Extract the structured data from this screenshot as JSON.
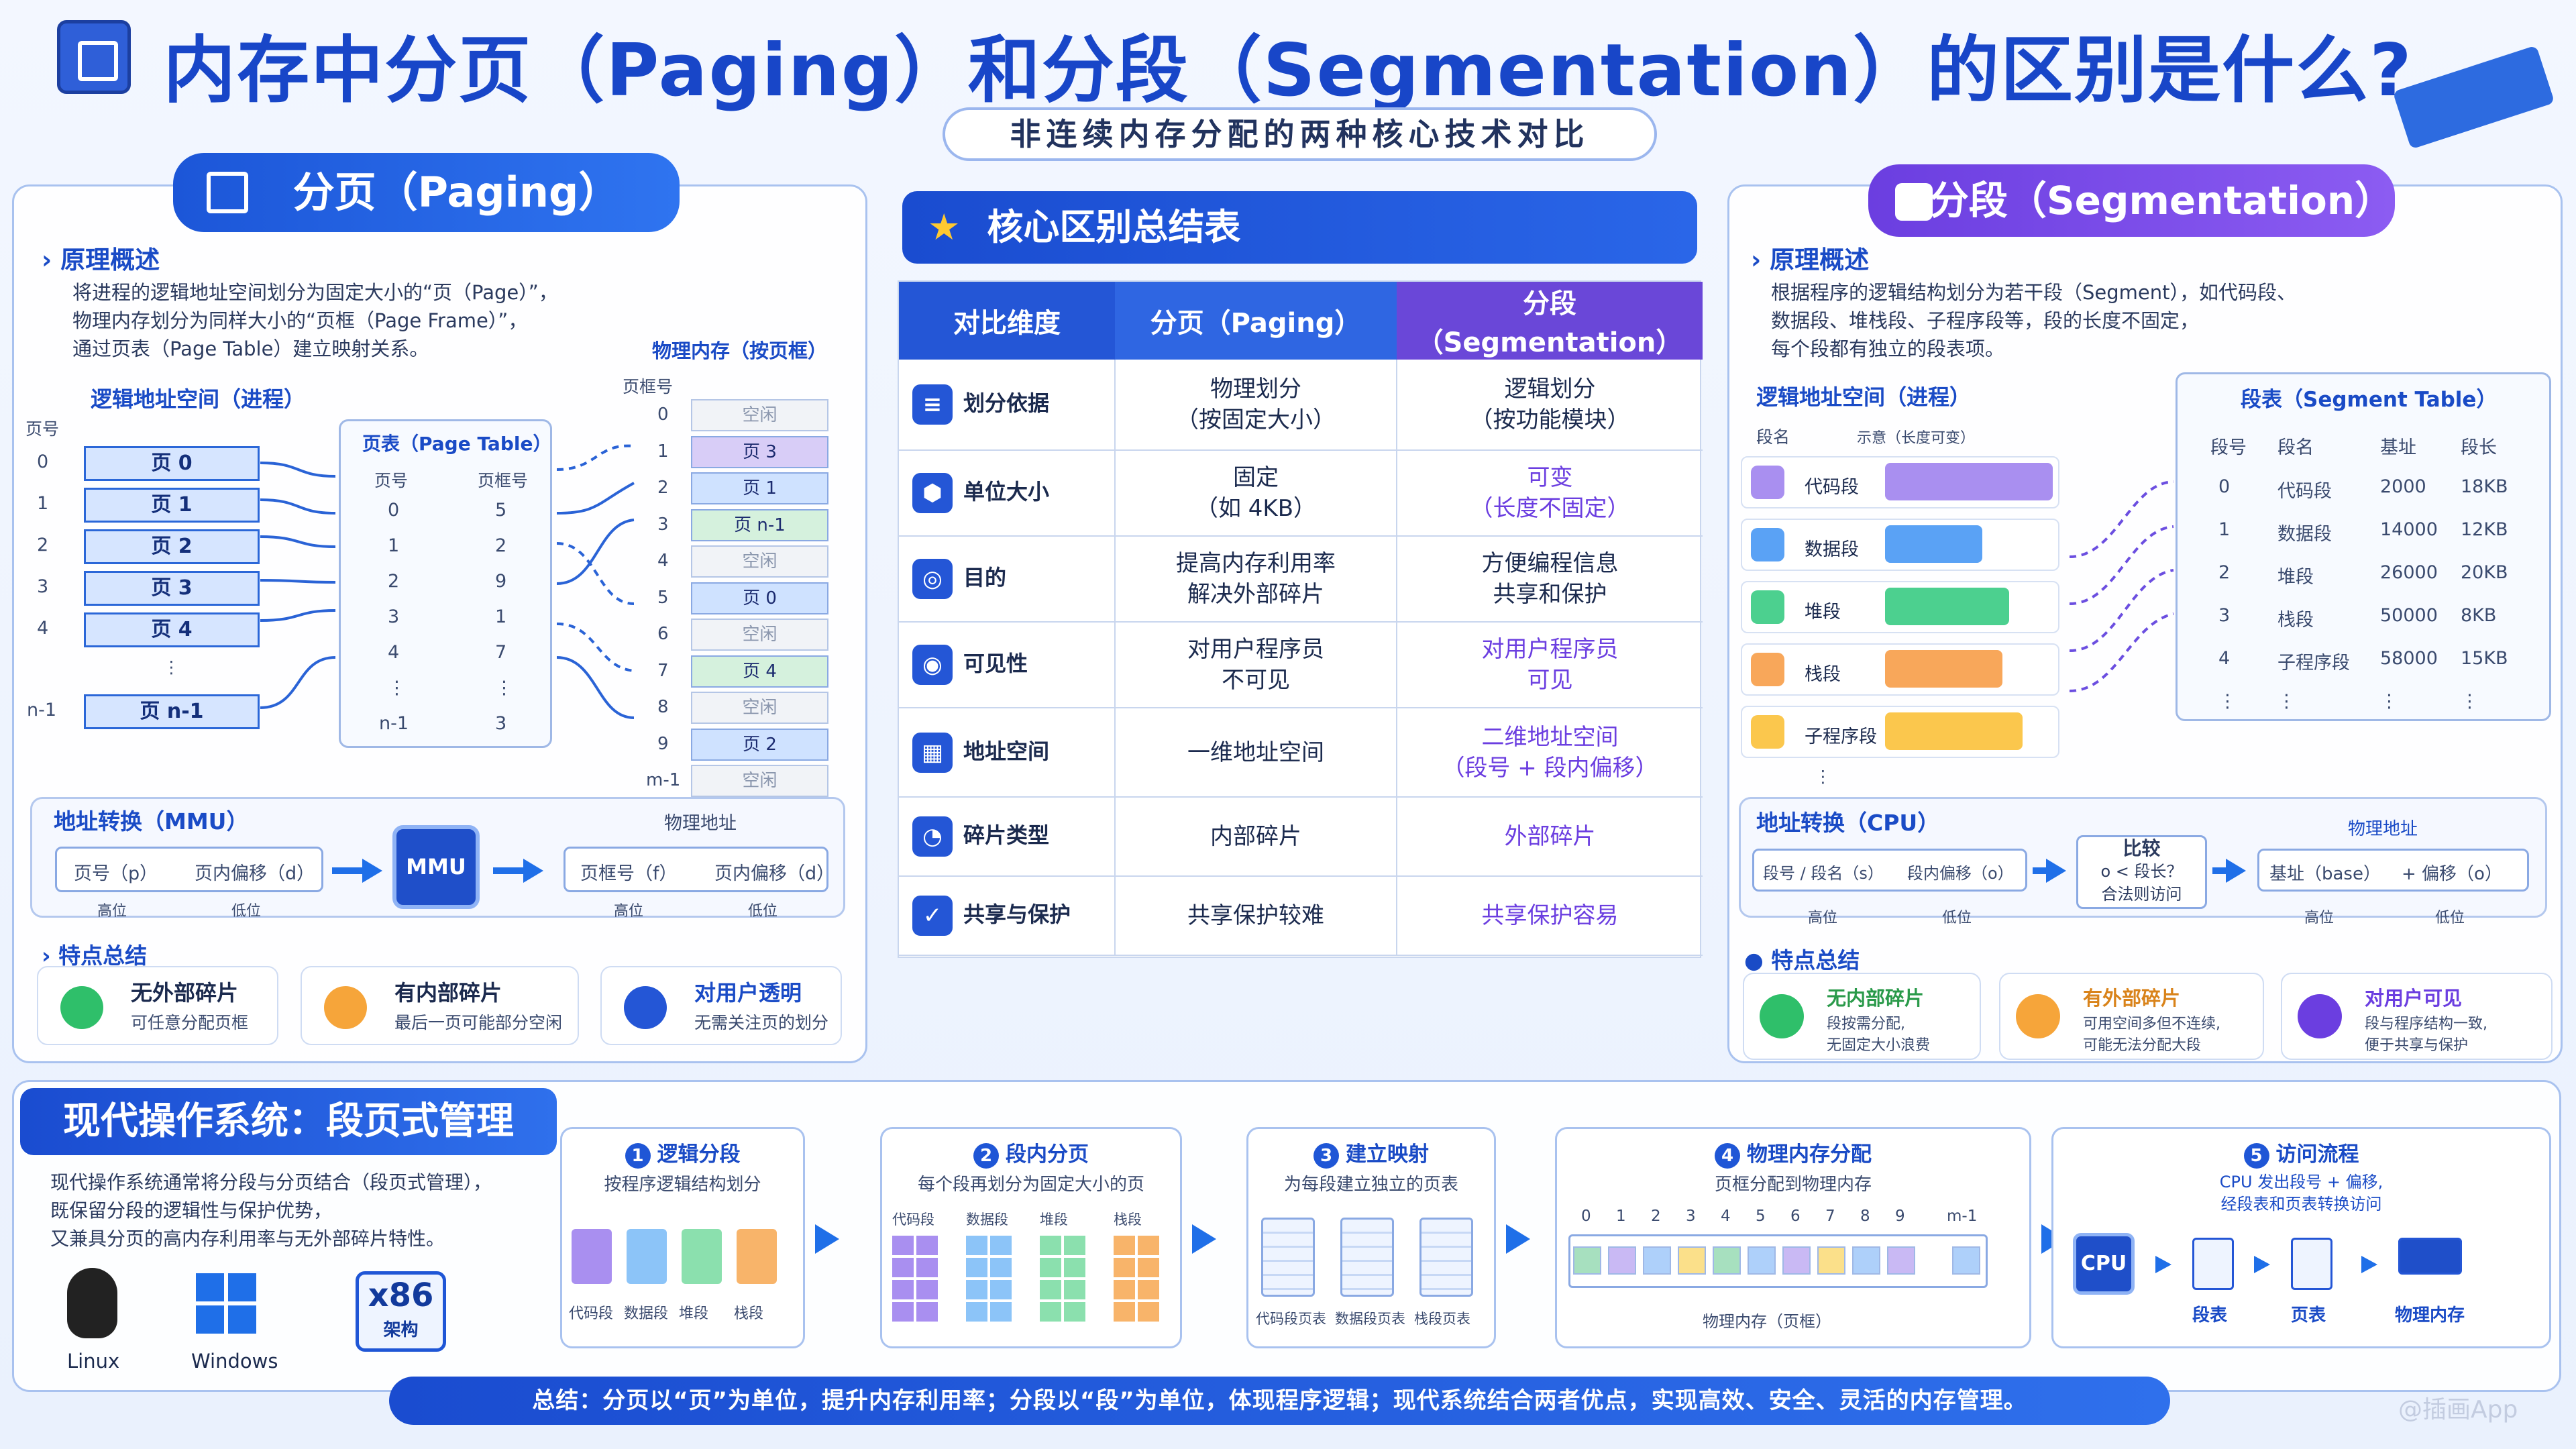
{
  "title": "内存中分页（Paging）和分段（Segmentation）的区别是什么?",
  "subtitle": "非连续内存分配的两种核心技术对比",
  "paging": {
    "header": "分页（Paging）",
    "overview_title": "原理概述",
    "overview": [
      "将进程的逻辑地址空间划分为固定大小的“页（Page）”，",
      "物理内存划分为同样大小的“页框（Page Frame）”，",
      "通过页表（Page Table）建立映射关系。"
    ],
    "logical_label": "逻辑地址空间（进程）",
    "page_num_label": "页号",
    "pages": [
      {
        "n": "0",
        "label": "页 0"
      },
      {
        "n": "1",
        "label": "页 1"
      },
      {
        "n": "2",
        "label": "页 2"
      },
      {
        "n": "3",
        "label": "页 3"
      },
      {
        "n": "4",
        "label": "页 4"
      },
      {
        "n": "n-1",
        "label": "页 n-1"
      }
    ],
    "ellipsis": "⋮",
    "pt_title": "页表（Page Table）",
    "pt_headers": [
      "页号",
      "页框号"
    ],
    "pt_rows": [
      [
        "0",
        "5"
      ],
      [
        "1",
        "2"
      ],
      [
        "2",
        "9"
      ],
      [
        "3",
        "1"
      ],
      [
        "4",
        "7"
      ],
      [
        "⋮",
        "⋮"
      ],
      [
        "n-1",
        "3"
      ]
    ],
    "phys_label": "物理内存（按页框）",
    "frame_num_label": "页框号",
    "frames": [
      {
        "n": "0",
        "t": "空闲"
      },
      {
        "n": "1",
        "t": "页 3"
      },
      {
        "n": "2",
        "t": "页 1"
      },
      {
        "n": "3",
        "t": "页 n-1"
      },
      {
        "n": "4",
        "t": "空闲"
      },
      {
        "n": "5",
        "t": "页 0"
      },
      {
        "n": "6",
        "t": "空闲"
      },
      {
        "n": "7",
        "t": "页 4"
      },
      {
        "n": "8",
        "t": "空闲"
      },
      {
        "n": "9",
        "t": "页 2"
      },
      {
        "n": "m-1",
        "t": "空闲"
      }
    ],
    "mmu_title": "地址转换（MMU）",
    "mmu_chip": "MMU",
    "phys_addr_label": "物理地址",
    "logical_addr": [
      "页号（p）",
      "页内偏移（d）"
    ],
    "phys_addr": [
      "页框号（f）",
      "页内偏移（d）"
    ],
    "hi": "高位",
    "lo": "低位",
    "features_title": "特点总结",
    "features": [
      {
        "t": "无外部碎片",
        "d": "可任意分配页框"
      },
      {
        "t": "有内部碎片",
        "d": "最后一页可能部分空闲"
      },
      {
        "t": "对用户透明",
        "d": "无需关注页的划分"
      }
    ]
  },
  "compare": {
    "title": "核心区别总结表",
    "headers": [
      "对比维度",
      "分页（Paging）",
      "分段（Segmentation）"
    ],
    "rows": [
      {
        "dim": "划分依据",
        "p": "物理划分\n（按固定大小）",
        "s": "逻辑划分\n（按功能模块）"
      },
      {
        "dim": "单位大小",
        "p": "固定\n（如 4KB）",
        "s": "可变\n（长度不固定）"
      },
      {
        "dim": "目的",
        "p": "提高内存利用率\n解决外部碎片",
        "s": "方便编程信息\n共享和保护"
      },
      {
        "dim": "可见性",
        "p": "对用户程序员\n不可见",
        "s": "对用户程序员\n可见"
      },
      {
        "dim": "地址空间",
        "p": "一维地址空间",
        "s": "二维地址空间\n（段号 + 段内偏移）"
      },
      {
        "dim": "碎片类型",
        "p": "内部碎片",
        "s": "外部碎片"
      },
      {
        "dim": "共享与保护",
        "p": "共享保护较难",
        "s": "共享保护容易"
      }
    ]
  },
  "seg": {
    "header": "分段（Segmentation）",
    "overview_title": "原理概述",
    "overview": [
      "根据程序的逻辑结构划分为若干段（Segment），如代码段、",
      "数据段、堆栈段、子程序段等，段的长度不固定，",
      "每个段都有独立的段表项。"
    ],
    "logical_label": "逻辑地址空间（进程）",
    "seg_name_label": "段名",
    "len_label": "示意（长度可变）",
    "segments": [
      {
        "n": "代码段",
        "color": "#a98ff0"
      },
      {
        "n": "数据段",
        "color": "#5aa2f5"
      },
      {
        "n": "堆段",
        "color": "#4cd08f"
      },
      {
        "n": "栈段",
        "color": "#f8a75a"
      },
      {
        "n": "子程序段",
        "color": "#fbc74d"
      }
    ],
    "st_title": "段表（Segment Table）",
    "st_headers": [
      "段号",
      "段名",
      "基址",
      "段长"
    ],
    "st_rows": [
      [
        "0",
        "代码段",
        "2000",
        "18KB"
      ],
      [
        "1",
        "数据段",
        "14000",
        "12KB"
      ],
      [
        "2",
        "堆段",
        "26000",
        "20KB"
      ],
      [
        "3",
        "栈段",
        "50000",
        "8KB"
      ],
      [
        "4",
        "子程序段",
        "58000",
        "15KB"
      ],
      [
        "⋮",
        "⋮",
        "⋮",
        "⋮"
      ]
    ],
    "cpu_title": "地址转换（CPU）",
    "logical_addr": [
      "段号 / 段名（s）",
      "段内偏移（o）"
    ],
    "compare_box": [
      "比较",
      "o < 段长？",
      "合法则访问"
    ],
    "phys_addr_label": "物理地址",
    "phys_addr": [
      "基址（base）",
      "+ 偏移（o）"
    ],
    "hi": "高位",
    "lo": "低位",
    "features_title": "特点总结",
    "features": [
      {
        "t": "无内部碎片",
        "d1": "段按需分配,",
        "d2": "无固定大小浪费"
      },
      {
        "t": "有外部碎片",
        "d1": "可用空间多但不连续,",
        "d2": "可能无法分配大段"
      },
      {
        "t": "对用户可见",
        "d1": "段与程序结构一致,",
        "d2": "便于共享与保护"
      }
    ]
  },
  "modern": {
    "title": "现代操作系统：段页式管理",
    "desc": [
      "现代操作系统通常将分段与分页结合（段页式管理），",
      "既保留分段的逻辑性与保护优势，",
      "又兼具分页的高内存利用率与无外部碎片特性。"
    ],
    "os": [
      "Linux",
      "Windows"
    ],
    "x86": [
      "x86",
      "架构"
    ],
    "steps": [
      {
        "n": "1",
        "t": "逻辑分段",
        "d": "按程序逻辑结构划分",
        "labels": [
          "代码段",
          "数据段",
          "堆段",
          "栈段"
        ]
      },
      {
        "n": "2",
        "t": "段内分页",
        "d": "每个段再划分为固定大小的页",
        "labels": [
          "代码段",
          "数据段",
          "堆段",
          "栈段"
        ]
      },
      {
        "n": "3",
        "t": "建立映射",
        "d": "为每段建立独立的页表",
        "labels": [
          "代码段页表",
          "数据段页表",
          "栈段页表"
        ]
      },
      {
        "n": "4",
        "t": "物理内存分配",
        "d": "页框分配到物理内存",
        "frames": [
          "0",
          "1",
          "2",
          "3",
          "4",
          "5",
          "6",
          "7",
          "8",
          "9",
          "m-1"
        ],
        "foot": "物理内存（页框）"
      },
      {
        "n": "5",
        "t": "访问流程",
        "d1": "CPU 发出段号 + 偏移,",
        "d2": "经段表和页表转换访问",
        "labels": [
          "段表",
          "页表",
          "物理内存"
        ],
        "cpu": "CPU"
      }
    ]
  },
  "summary": "总结：分页以“页”为单位，提升内存利用率；分段以“段”为单位，体现程序逻辑；现代系统结合两者优点，实现高效、安全、灵活的内存管理。",
  "watermark": "@插画App"
}
